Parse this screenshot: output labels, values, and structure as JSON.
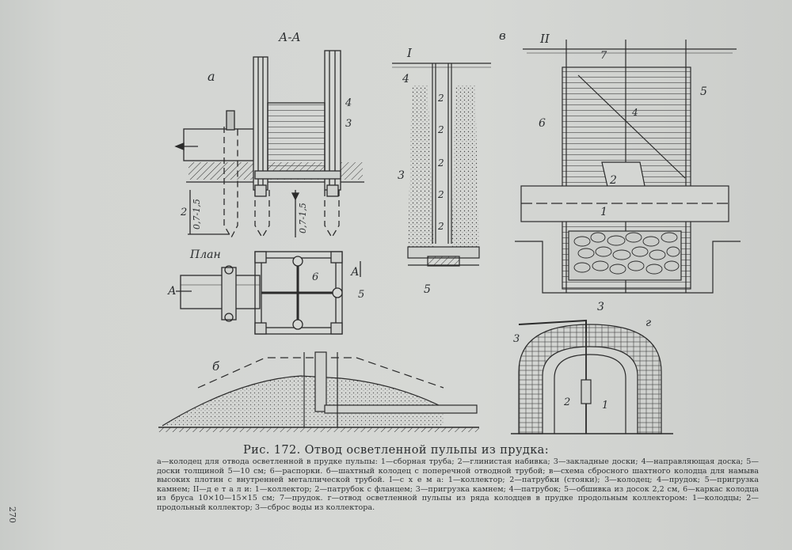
{
  "labels": {
    "section_aa": "А-А",
    "fig_a": "а",
    "fig_b": "б",
    "fig_v": "в",
    "fig_g": "г",
    "roman_1": "I",
    "roman_2": "II",
    "plan": "План",
    "plan_a_left": "А",
    "plan_a_right": "А",
    "dim_1": "0,7-1,5",
    "dim_2": "0,7-1,5",
    "n1": "1",
    "n2": "2",
    "n3": "3",
    "n4": "4",
    "n5": "5",
    "n6": "6",
    "n7": "7"
  },
  "caption": {
    "title": "Рис. 172. Отвод осветленной пульпы из прудка:",
    "text": "а—колодец для отвода осветленной в прудке пульпы: 1—сборная труба; 2—глинистая набивка; 3—закладные доски; 4—направляющая доска; 5—доски толщиной 5—10 см; 6—распорки. б—шахтный колодец с поперечной отводной трубой; в—схема сбросного шахтного колодца для намыва высоких плотин с внутренней металлической трубой. I—с х е м а: 1—коллектор; 2—патрубки (стояки); 3—колодец; 4—прудок; 5—пригрузка камнем; II—д е т а л и: 1—коллектор; 2—патрубок с фланцем; 3—пригрузка камнем; 4—патрубок; 5—обшивка из досок 2,2 см, 6—каркас колодца из бруса 10×10—15×15 см; 7—прудок. г—отвод осветленной пульпы из ряда колодцев в прудке продольным коллектором: 1—колодцы; 2—продольный коллектор; 3—сброс воды из коллектора."
  },
  "page_number": "270"
}
